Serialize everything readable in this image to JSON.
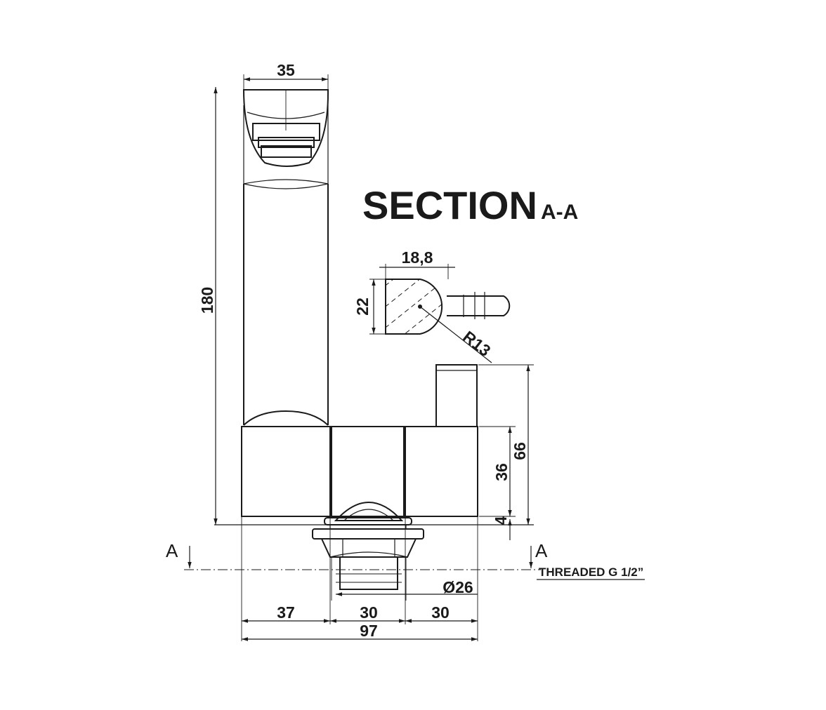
{
  "title": {
    "main": "SECTION",
    "suffix": "A-A"
  },
  "dimensions": {
    "spout_width": "35",
    "total_height": "180",
    "section_width": "18,8",
    "section_height": "22",
    "section_radius": "R13",
    "handle_height": "66",
    "block_height": "36",
    "base_gap": "4",
    "left_width": "37",
    "mid_width": "30",
    "right_width": "30",
    "total_width": "97",
    "connector_diameter": "Ø26"
  },
  "notes": {
    "thread": "THREADED G 1/2”"
  },
  "section_markers": {
    "left": "A",
    "right": "A"
  }
}
